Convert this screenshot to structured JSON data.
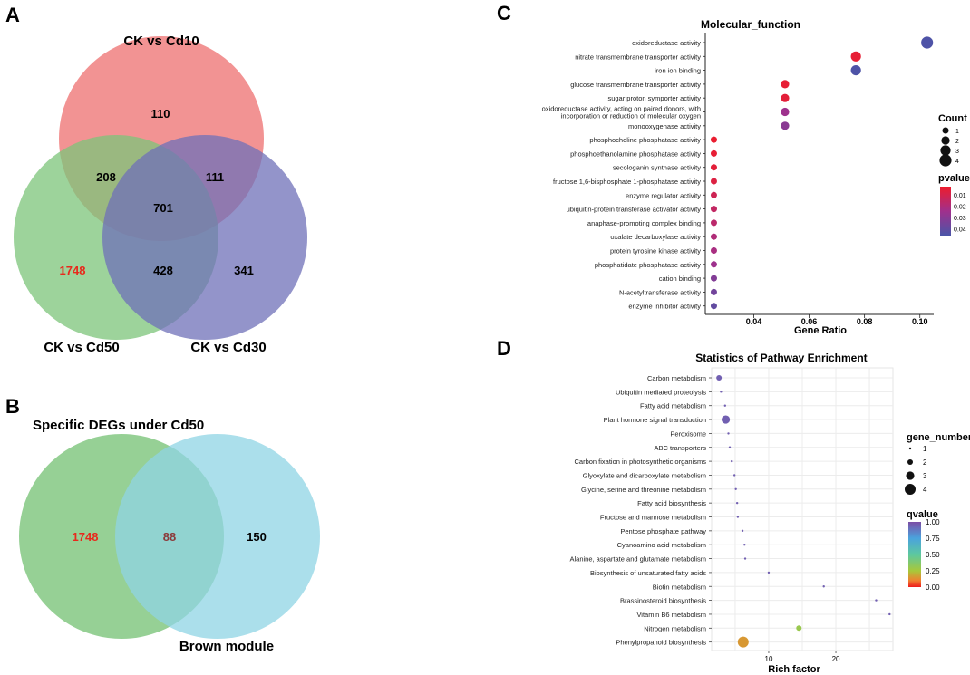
{
  "panel_letters": {
    "a": "A",
    "b": "B",
    "c": "C",
    "d": "D"
  },
  "chart_data": [
    {
      "type": "venn",
      "panel": "A",
      "sets": [
        {
          "name": "CK vs Cd10",
          "color": "#f08080"
        },
        {
          "name": "CK vs Cd30",
          "color": "#6f70b8"
        },
        {
          "name": "CK vs Cd50",
          "color": "#7cc47a"
        }
      ],
      "regions": {
        "only_cd10": "110",
        "cd10_cd50": "208",
        "cd10_cd30": "111",
        "all_three": "701",
        "only_cd50": "1748",
        "cd50_cd30": "428",
        "only_cd30": "341"
      },
      "highlight_color": "#e8291c"
    },
    {
      "type": "venn",
      "panel": "B",
      "title": "Specific DEGs under Cd50",
      "sets": [
        {
          "name": "",
          "color": "#7cc47a"
        },
        {
          "name": "Brown module",
          "color": "#8fd4e4"
        }
      ],
      "regions": {
        "only_left": "1748",
        "both": "88",
        "only_right": "150"
      },
      "highlight_color": "#e8291c",
      "overlap_label_color": "#8b3a3a"
    },
    {
      "type": "scatter",
      "panel": "C",
      "title": "Molecular_function",
      "xlabel": "Gene Ratio",
      "ylabel": "",
      "xlim": [
        0.0225,
        0.105
      ],
      "xticks": [
        "0.04",
        "0.06",
        "0.08",
        "0.10"
      ],
      "categories": [
        "oxidoreductase activity",
        "nitrate transmembrane transporter activity",
        "iron ion binding",
        "glucose transmembrane transporter activity",
        "sugar:proton symporter activity",
        "oxidoreductase activity, acting on paired donors, with incorporation or reduction of molecular oxygen",
        "monooxygenase activity",
        "phosphocholine phosphatase activity",
        "phosphoethanolamine phosphatase activity",
        "secologanin synthase activity",
        "fructose 1,6-bisphosphate 1-phosphatase activity",
        "enzyme regulator activity",
        "ubiquitin-protein transferase activator activity",
        "anaphase-promoting complex binding",
        "oxalate decarboxylase activity",
        "protein tyrosine kinase activity",
        "phosphatidate phosphatase activity",
        "cation binding",
        "N-acetyltransferase activity",
        "enzyme inhibitor activity"
      ],
      "x": [
        0.1026,
        0.0769,
        0.0769,
        0.0513,
        0.0513,
        0.0513,
        0.0513,
        0.0256,
        0.0256,
        0.0256,
        0.0256,
        0.0256,
        0.0256,
        0.0256,
        0.0256,
        0.0256,
        0.0256,
        0.0256,
        0.0256,
        0.0256
      ],
      "count": [
        4,
        3,
        3,
        2,
        2,
        2,
        2,
        1,
        1,
        1,
        1,
        1,
        1,
        1,
        1,
        1,
        1,
        1,
        1,
        1
      ],
      "pvalue": [
        0.045,
        0.005,
        0.045,
        0.005,
        0.006,
        0.025,
        0.03,
        0.004,
        0.005,
        0.006,
        0.008,
        0.012,
        0.015,
        0.017,
        0.02,
        0.022,
        0.025,
        0.032,
        0.036,
        0.04
      ],
      "size_legend": {
        "title": "Count",
        "labels": [
          "1",
          "2",
          "3",
          "4"
        ]
      },
      "color_legend": {
        "title": "pvalue",
        "labels": [
          "0.01",
          "0.02",
          "0.03",
          "0.04"
        ],
        "range": [
          0.003,
          0.046
        ],
        "low_color": "#ee1c2c",
        "high_color": "#4a55a8"
      },
      "grid": false
    },
    {
      "type": "scatter",
      "panel": "D",
      "title": "Statistics of Pathway Enrichment",
      "xlabel": "Rich factor",
      "ylabel": "",
      "xlim": [
        1.5,
        28.5
      ],
      "xticks": [
        "10",
        "20"
      ],
      "categories": [
        "Carbon metabolism",
        "Ubiquitin mediated proteolysis",
        "Fatty acid metabolism",
        "Plant hormone signal transduction",
        "Peroxisome",
        "ABC transporters",
        "Carbon fixation in photosynthetic organisms",
        "Glyoxylate and dicarboxylate metabolism",
        "Glycine, serine and threonine metabolism",
        "Fatty acid biosynthesis",
        "Fructose and mannose metabolism",
        "Pentose phosphate pathway",
        "Cyanoamino acid metabolism",
        "Alanine, aspartate and glutamate metabolism",
        "Biosynthesis of unsaturated fatty acids",
        "Biotin metabolism",
        "Brassinosteroid biosynthesis",
        "Vitamin B6 metabolism",
        "Nitrogen metabolism",
        "Phenylpropanoid biosynthesis"
      ],
      "x": [
        2.6,
        2.9,
        3.5,
        3.6,
        4.0,
        4.2,
        4.5,
        4.9,
        5.1,
        5.3,
        5.4,
        6.1,
        6.4,
        6.5,
        10.0,
        18.2,
        26.0,
        28.0,
        14.5,
        6.2
      ],
      "gene_number": [
        2,
        1,
        1,
        3,
        1,
        1,
        1,
        1,
        1,
        1,
        1,
        1,
        1,
        1,
        1,
        1,
        1,
        1,
        2,
        4
      ],
      "qvalue": [
        0.95,
        0.95,
        0.95,
        0.95,
        0.95,
        0.95,
        0.95,
        0.95,
        0.95,
        0.95,
        0.95,
        0.95,
        0.95,
        0.95,
        0.95,
        0.95,
        0.95,
        0.95,
        0.3,
        0.15
      ],
      "size_legend": {
        "title": "gene_number",
        "labels": [
          "1",
          "2",
          "3",
          "4"
        ]
      },
      "color_legend": {
        "title": "qvalue",
        "labels": [
          "1.00",
          "0.75",
          "0.50",
          "0.25",
          "0.00"
        ]
      },
      "grid": true
    }
  ]
}
